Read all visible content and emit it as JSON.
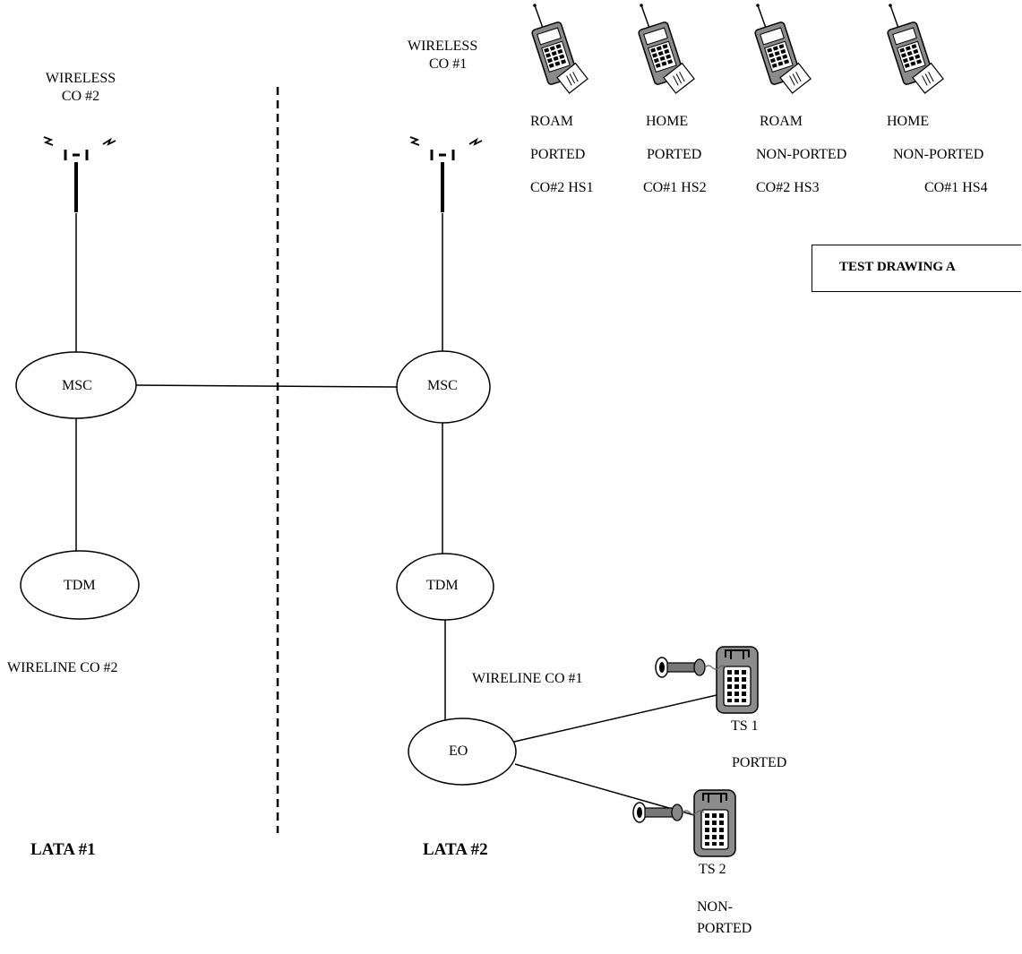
{
  "wireless": {
    "co2": {
      "line1": "WIRELESS",
      "line2": "CO #2"
    },
    "co1": {
      "line1": "WIRELESS",
      "line2": "CO #1"
    }
  },
  "nodes": {
    "msc_left": "MSC",
    "msc_right": "MSC",
    "tdm_left": "TDM",
    "tdm_right": "TDM",
    "eo": "EO"
  },
  "handsets": [
    {
      "mode": "ROAM",
      "status": "PORTED",
      "id": "CO#2 HS1"
    },
    {
      "mode": "HOME",
      "status": "PORTED",
      "id": "CO#1 HS2"
    },
    {
      "mode": "ROAM",
      "status": "NON-PORTED",
      "id": "CO#2 HS3"
    },
    {
      "mode": "HOME",
      "status": "NON-PORTED",
      "id": "CO#1 HS4"
    }
  ],
  "test_drawing": "TEST DRAWING  A",
  "wireline": {
    "co2": "WIRELINE CO #2",
    "co1": "WIRELINE CO #1"
  },
  "stations": [
    {
      "id": "TS 1",
      "status": "PORTED"
    },
    {
      "id": "TS 2",
      "status_line1": "NON-",
      "status_line2": "PORTED"
    }
  ],
  "lata": {
    "left": "LATA #1",
    "right": "LATA #2"
  }
}
